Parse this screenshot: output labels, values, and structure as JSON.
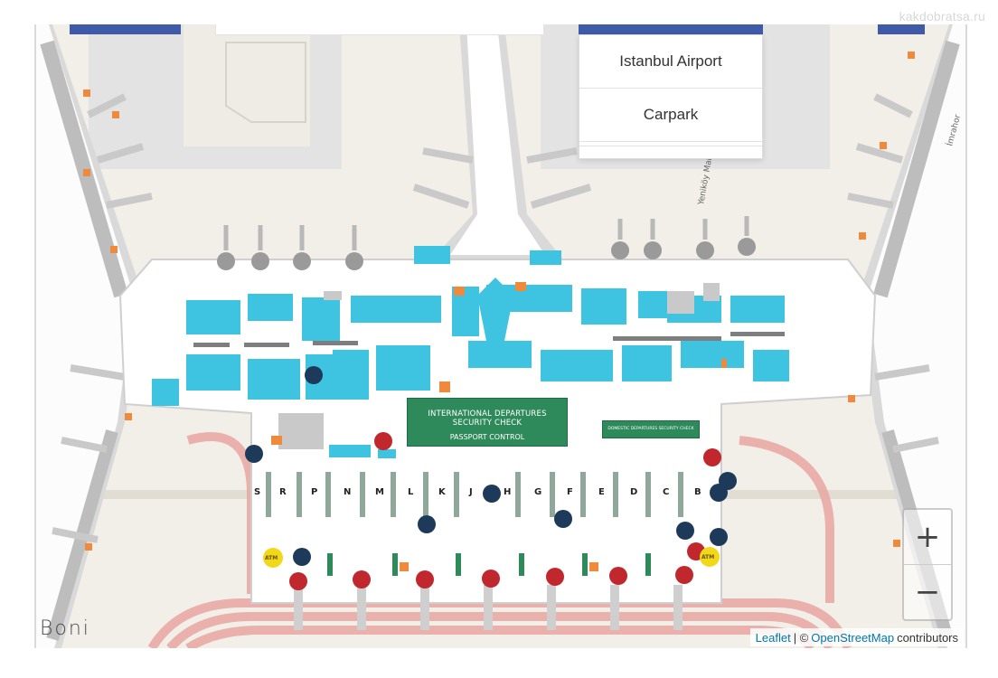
{
  "watermark": "kakdobratsa.ru",
  "brand": "Boni",
  "dropdown": {
    "items": [
      {
        "label": "Istanbul Airport"
      },
      {
        "label": "Carpark"
      }
    ]
  },
  "map": {
    "street_label_1": "Yeniköy Mahalles",
    "street_label_2": "İmrahor",
    "security_sign_line1": "INTERNATIONAL DEPARTURES SECURITY CHECK",
    "security_sign_line2": "PASSPORT CONTROL",
    "domestic_sign": "DOMESTIC DEPARTURES SECURITY CHECK",
    "gate_letters": [
      "S",
      "R",
      "P",
      "N",
      "M",
      "L",
      "K",
      "J",
      "H",
      "G",
      "F",
      "E",
      "D",
      "C",
      "B"
    ],
    "atm_label": "ATM",
    "colors": {
      "shops": "#3ec3e0",
      "security": "#2f8a5b",
      "tabs": "#3f5ba8",
      "markers": "#c0282d",
      "road": "#e9a6a1"
    }
  },
  "zoom": {
    "in": "+",
    "out": "−"
  },
  "attribution": {
    "leaflet": "Leaflet",
    "separator": " | © ",
    "osm": "OpenStreetMap",
    "suffix": " contributors"
  }
}
